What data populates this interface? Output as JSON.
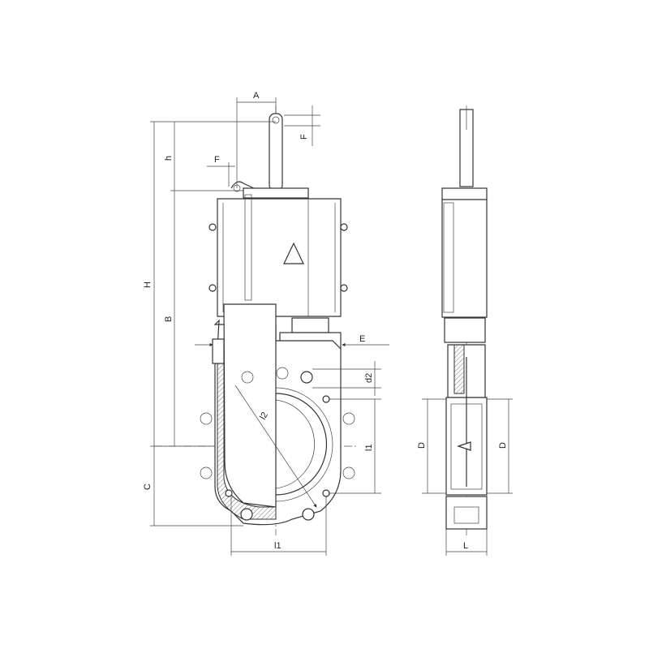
{
  "drawing": {
    "title": "Knife gate valve dimensional drawing",
    "dimensions": {
      "A": "A",
      "F_top": "F",
      "F_left": "F",
      "h": "h",
      "H": "H",
      "B": "B",
      "C": "C",
      "E": "E",
      "d2": "d2",
      "l2": "l2",
      "l1_side": "l1",
      "l1_bottom": "l1",
      "D_left": "D",
      "D_right": "D",
      "L": "L"
    }
  }
}
